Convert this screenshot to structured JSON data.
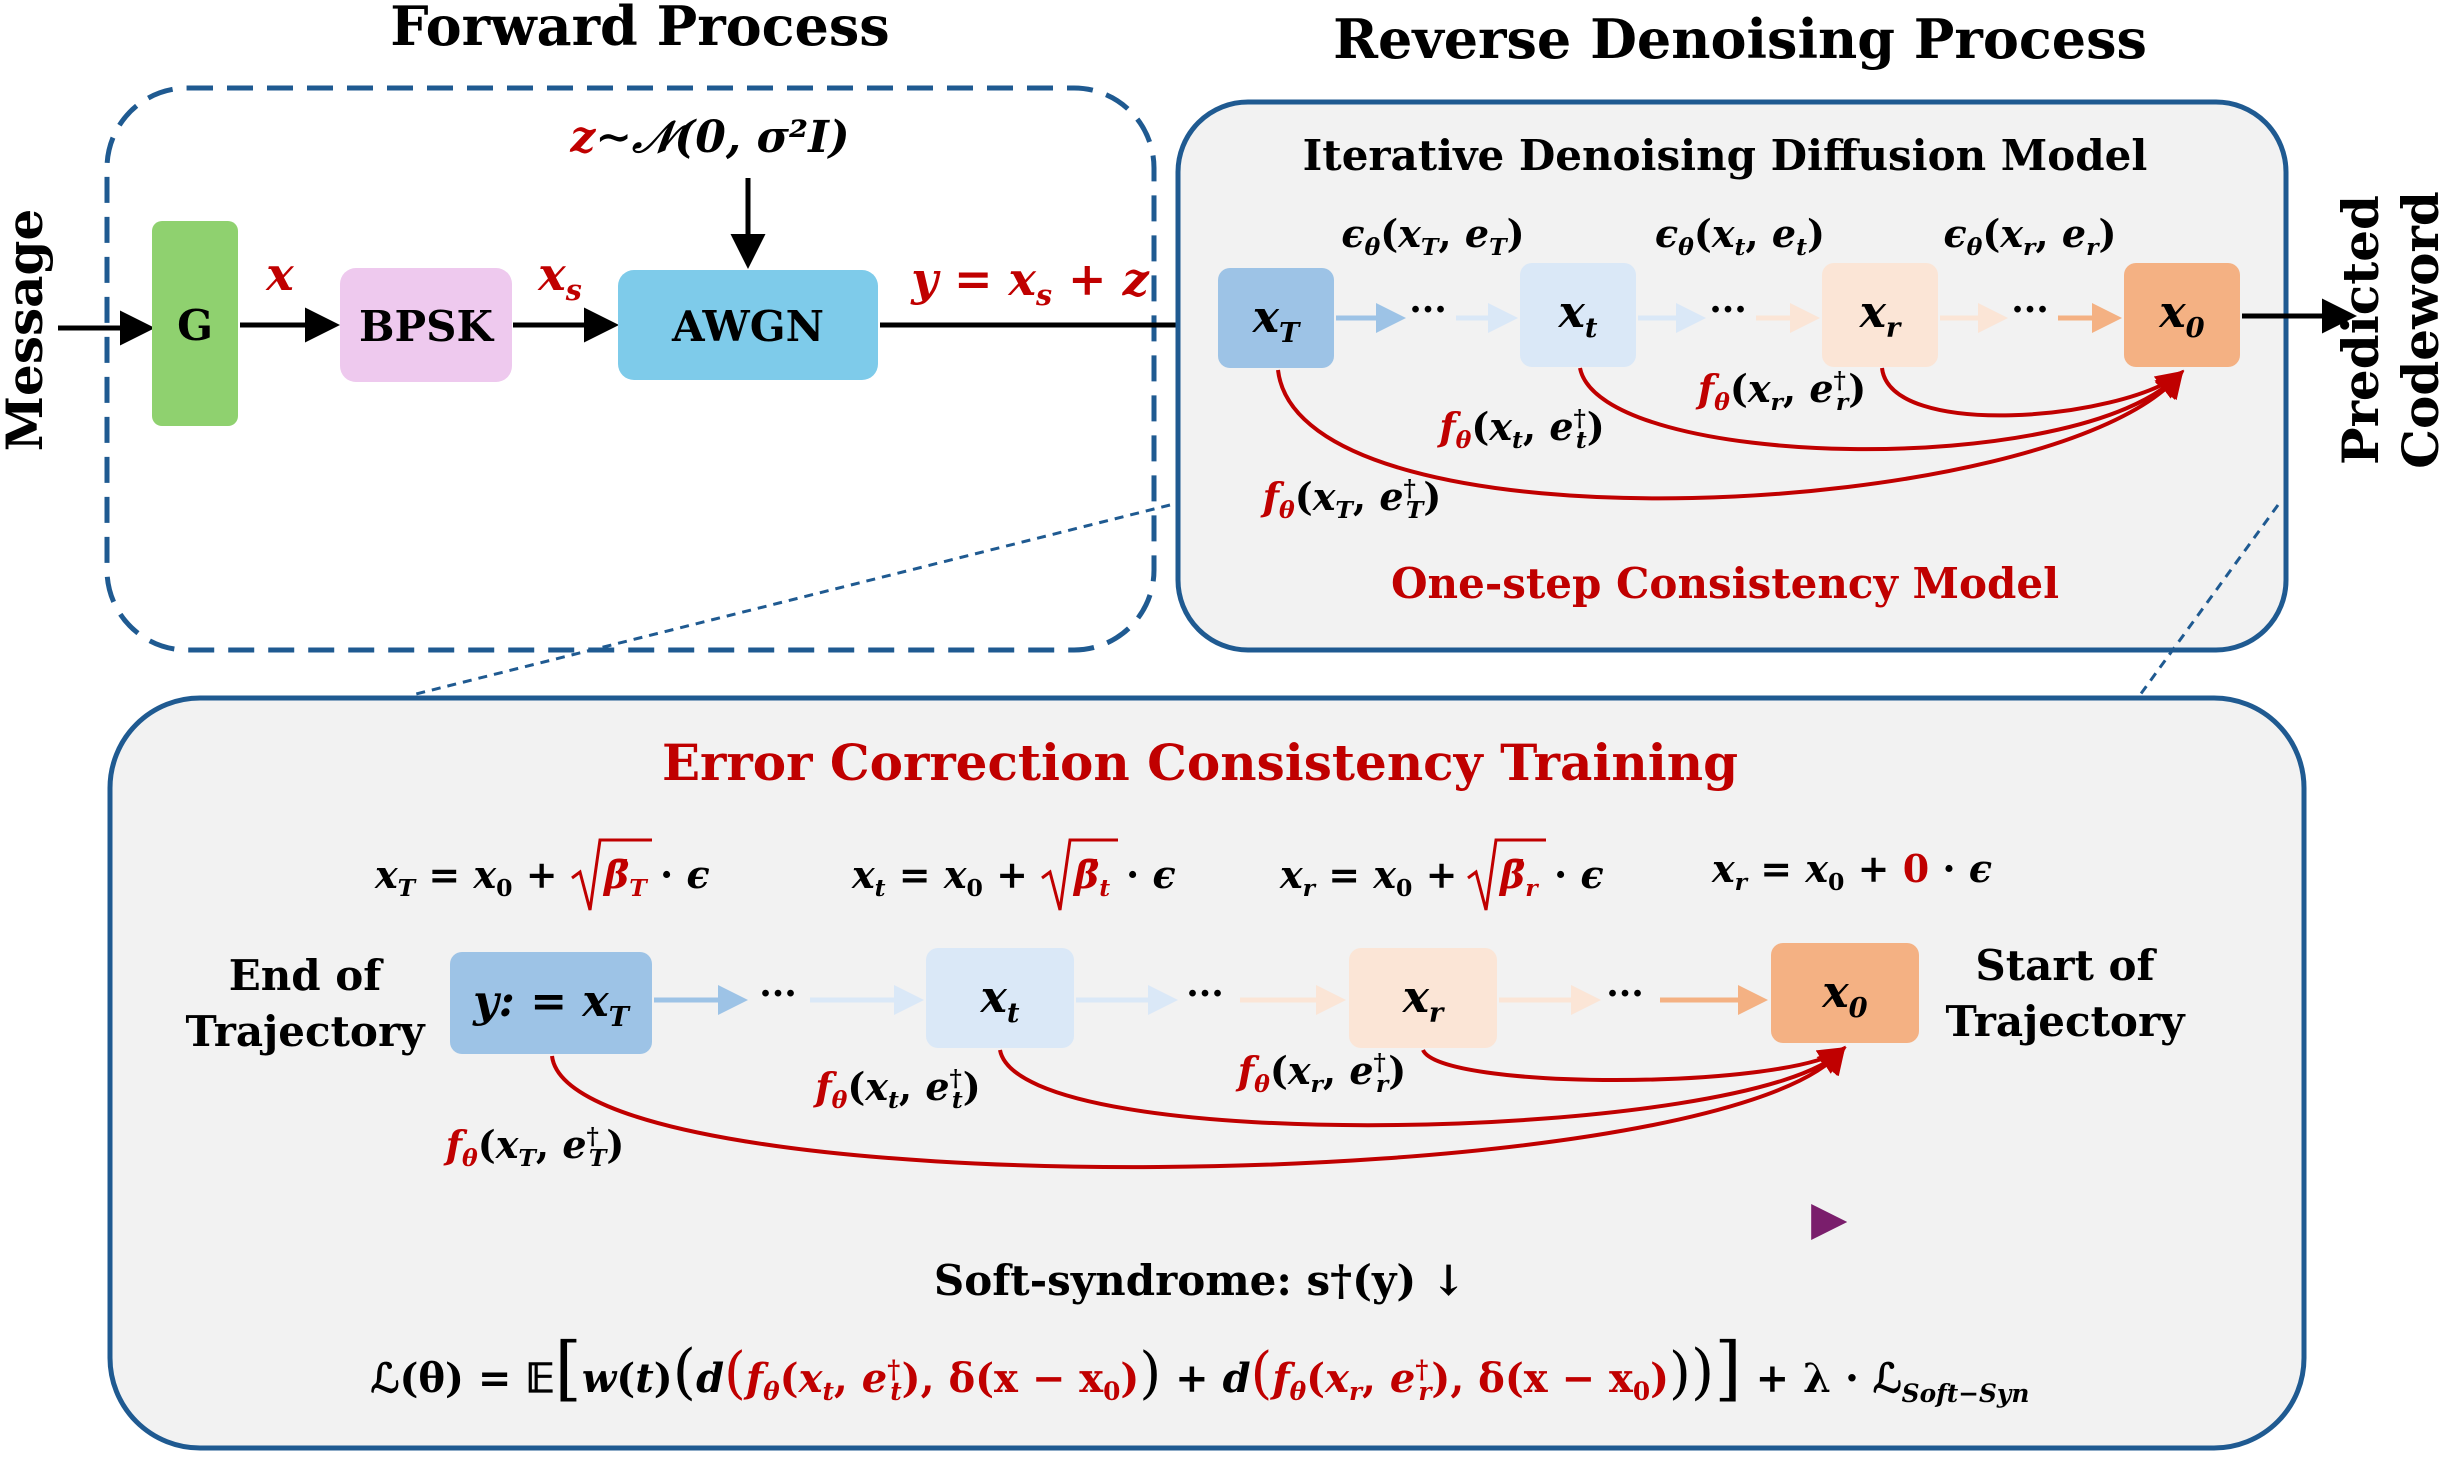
{
  "forward": {
    "title": "Forward Process",
    "input_label": "Message",
    "g": "G",
    "x": "x",
    "bpsk": "BPSK",
    "xs": "x",
    "xs_sub": "s",
    "awgn": "AWGN",
    "noise": "z∼𝒩(0, σ²I)",
    "y_eq": "y = x",
    "y_eq_sub": "s",
    "y_eq_tail": " + z"
  },
  "reverse": {
    "title": "Reverse Denoising Process",
    "subtitle": "Iterative Denoising Diffusion Model",
    "consistency": "One-step Consistency Model",
    "output_1": "Predicted",
    "output_2": "Codeword",
    "nodes": {
      "xT": "T",
      "xt": "t",
      "xr": "r",
      "x0": "0"
    },
    "eps": [
      {
        "a": "T",
        "b": "T"
      },
      {
        "a": "t",
        "b": "t"
      },
      {
        "a": "r",
        "b": "r"
      }
    ],
    "dots": "···",
    "f_labels": {
      "t": "t",
      "r": "r",
      "T": "T"
    }
  },
  "training": {
    "title": "Error Correction Consistency Training",
    "end": [
      "End of",
      "Trajectory"
    ],
    "start": [
      "Start of",
      "Trajectory"
    ],
    "eqs": [
      "T",
      "t",
      "r"
    ],
    "eq_zero": "0",
    "y_node": "y: = x",
    "y_node_sub": "T",
    "dots": "···",
    "syndrome": "Soft-syndrome: s†(y) ↓",
    "loss": "ℒ(θ) = 𝔼",
    "loss_tail": "+ λ · ℒ",
    "loss_sub": "Soft−Syn"
  },
  "colors": {
    "dark_blue": "#1f5a91",
    "red": "#c00000",
    "node_T": "#9dc3e6",
    "node_t": "#dae8f7",
    "node_r": "#fbe5d6",
    "node_0": "#f4b183",
    "g": "#8fd16f",
    "bpsk": "#eec9ee",
    "awgn": "#7ecbea",
    "panel": "#f2f2f2",
    "purple": "#7a1e6c"
  }
}
